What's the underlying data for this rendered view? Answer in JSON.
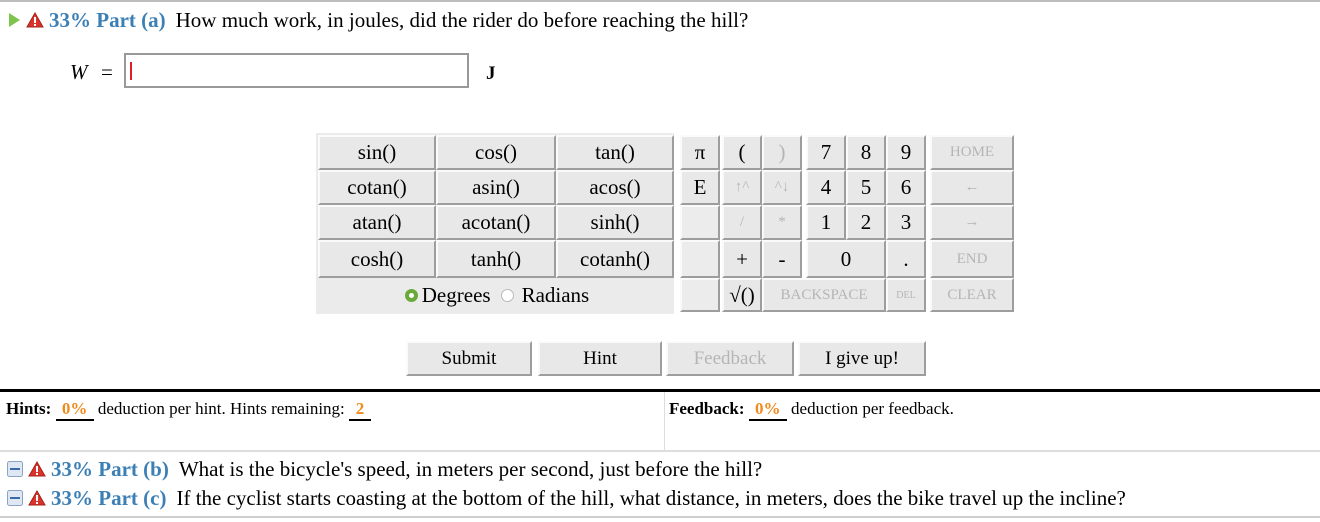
{
  "parts": {
    "a": {
      "percent": "33%",
      "label": "Part (a)",
      "question": "How much work, in joules, did the rider do before reaching the hill?"
    },
    "b": {
      "percent": "33%",
      "label": "Part (b)",
      "question": "What is the bicycle's speed, in meters per second, just before the hill?"
    },
    "c": {
      "percent": "33%",
      "label": "Part (c)",
      "question": "If the cyclist starts coasting at the bottom of the hill, what distance, in meters, does the bike travel up the incline?"
    }
  },
  "answer": {
    "variable": "W",
    "equals": "=",
    "value": "",
    "unit": "J"
  },
  "keypad": {
    "functions": [
      [
        "sin()",
        "cos()",
        "tan()"
      ],
      [
        "cotan()",
        "asin()",
        "acos()"
      ],
      [
        "atan()",
        "acotan()",
        "sinh()"
      ],
      [
        "cosh()",
        "tanh()",
        "cotanh()"
      ]
    ],
    "constants": [
      "π",
      "E",
      "",
      ""
    ],
    "row1": [
      "(",
      ")",
      "7",
      "8",
      "9",
      "HOME"
    ],
    "row2": [
      "↑^",
      "^↓",
      "4",
      "5",
      "6",
      "←"
    ],
    "row3": [
      "/",
      "*",
      "1",
      "2",
      "3",
      "→"
    ],
    "row4": [
      "+",
      "-",
      "0",
      ".",
      "END"
    ],
    "row5": [
      "√()",
      "BACKSPACE",
      "DEL",
      "CLEAR"
    ],
    "degrees": "Degrees",
    "radians": "Radians"
  },
  "actions": {
    "submit": "Submit",
    "hint": "Hint",
    "feedback": "Feedback",
    "give_up": "I give up!"
  },
  "hints": {
    "label": "Hints:",
    "deduction": "0%",
    "text": "deduction per hint. Hints remaining:",
    "remaining": "2"
  },
  "feedback": {
    "label": "Feedback:",
    "deduction": "0%",
    "text": "deduction per feedback."
  },
  "colors": {
    "accent": "#3b7fb5",
    "orange": "#f08a1c",
    "green": "#6aaa3a",
    "warning": "#d9342b"
  }
}
